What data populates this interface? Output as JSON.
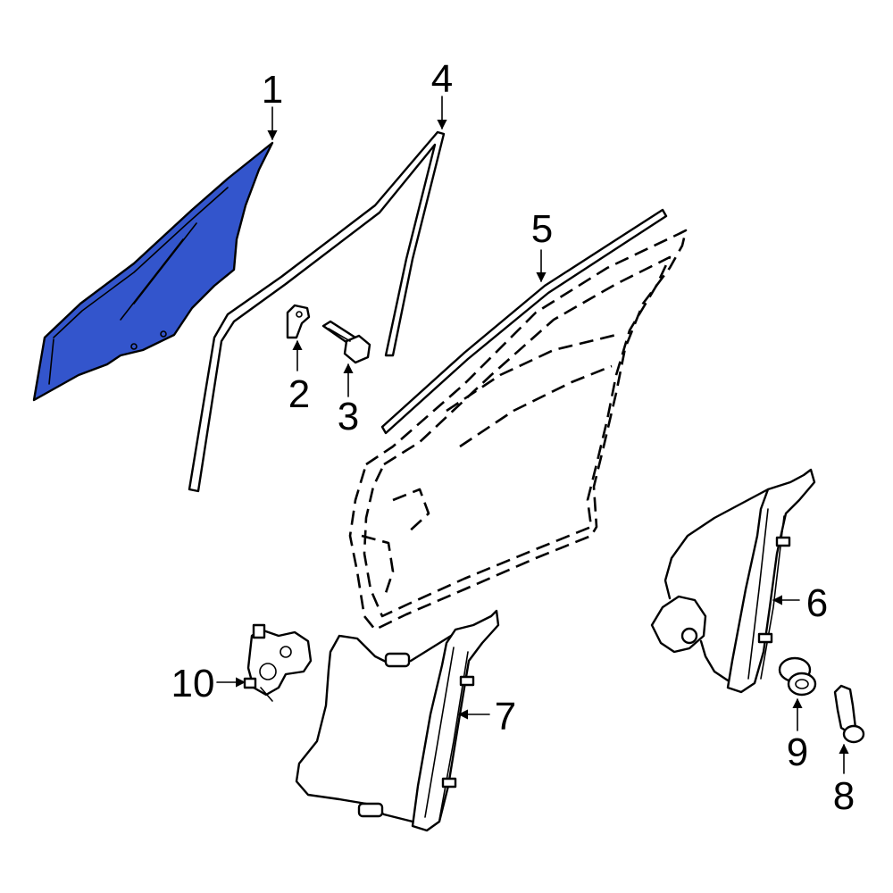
{
  "callouts": {
    "c1": "1",
    "c2": "2",
    "c3": "3",
    "c4": "4",
    "c5": "5",
    "c6": "6",
    "c7": "7",
    "c8": "8",
    "c9": "9",
    "c10": "10"
  },
  "highlight_color": "#3355cc"
}
